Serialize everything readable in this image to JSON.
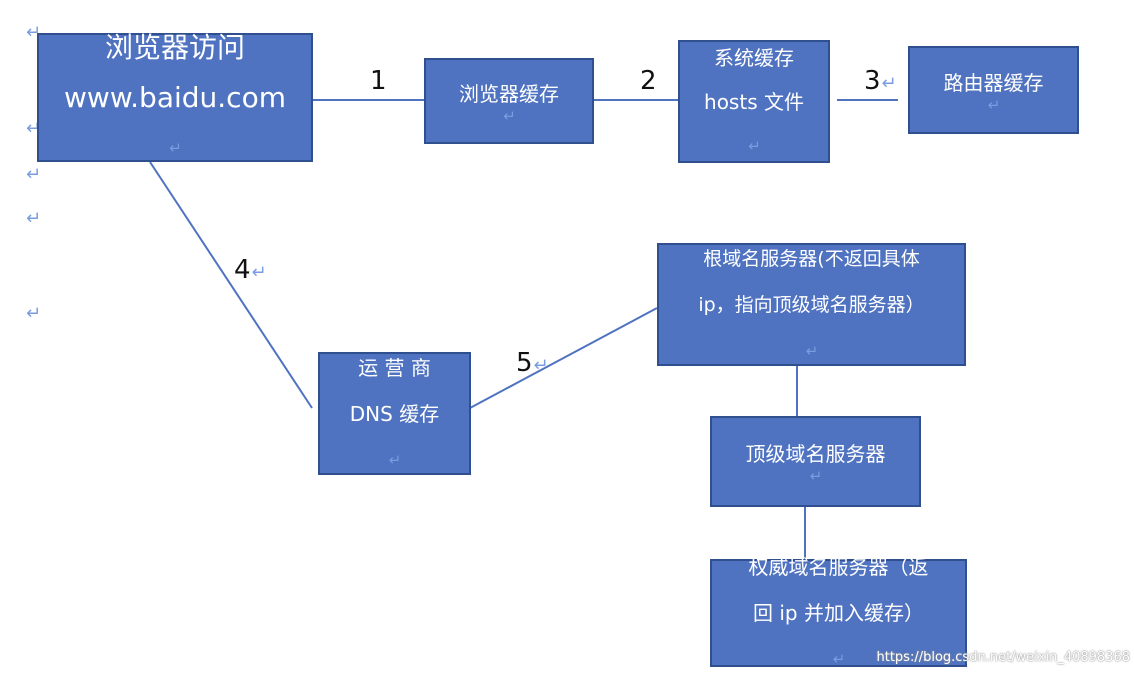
{
  "boxes": {
    "browser_access": {
      "line1": "浏览器访问",
      "line2": "www.baidu.com"
    },
    "browser_cache": {
      "line1": "浏览器缓存"
    },
    "system_cache": {
      "line1": "系统缓存",
      "line2": "hosts 文件"
    },
    "router_cache": {
      "line1": "路由器缓存"
    },
    "isp_dns": {
      "line1": "运 营 商",
      "line2": "DNS 缓存"
    },
    "root_dns": {
      "line1": "根域名服务器(不返回具体",
      "line2": "ip，指向顶级域名服务器）"
    },
    "tld_dns": {
      "line1": "顶级域名服务器"
    },
    "auth_dns": {
      "line1": "权威域名服务器（返",
      "line2": "回 ip 并加入缓存）"
    }
  },
  "steps": [
    "1",
    "2",
    "3",
    "4",
    "5"
  ],
  "paragraph_mark": "↵",
  "watermark": "https://blog.csdn.net/weixin_40898368",
  "colors": {
    "box_fill": "#4f73c0",
    "box_border": "#2f4f8f",
    "connector": "#4f73c0",
    "paragraph_mark": "#7a9ce0"
  }
}
